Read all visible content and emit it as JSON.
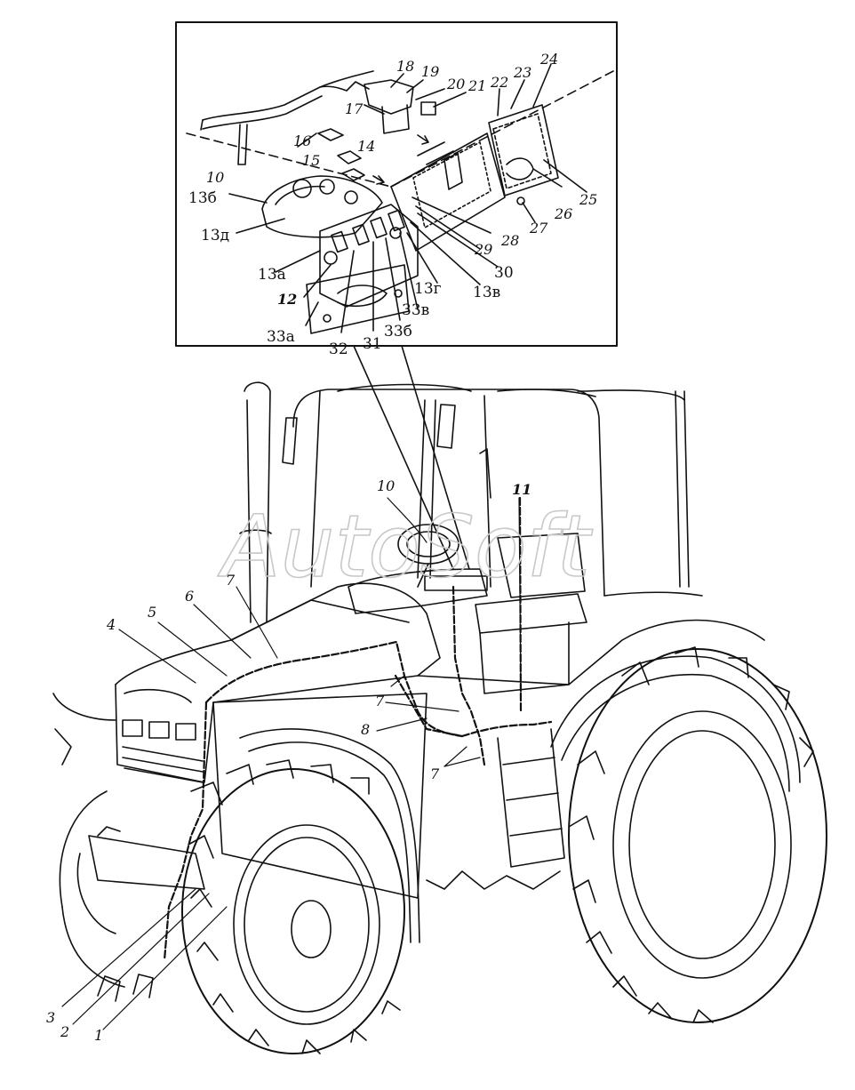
{
  "watermark": "AutoSoft",
  "inset_labels": [
    "18",
    "19",
    "20",
    "21",
    "22",
    "23",
    "24",
    "17",
    "16",
    "14",
    "15",
    "10",
    "13б",
    "13д",
    "13а",
    "12",
    "33а",
    "32",
    "31",
    "33б",
    "33в",
    "13г",
    "13в",
    "30",
    "29",
    "28",
    "27",
    "26",
    "25"
  ],
  "main_labels": [
    "10",
    "11",
    "7",
    "6",
    "5",
    "4",
    "7",
    "8",
    "7",
    "3",
    "2",
    "1"
  ]
}
